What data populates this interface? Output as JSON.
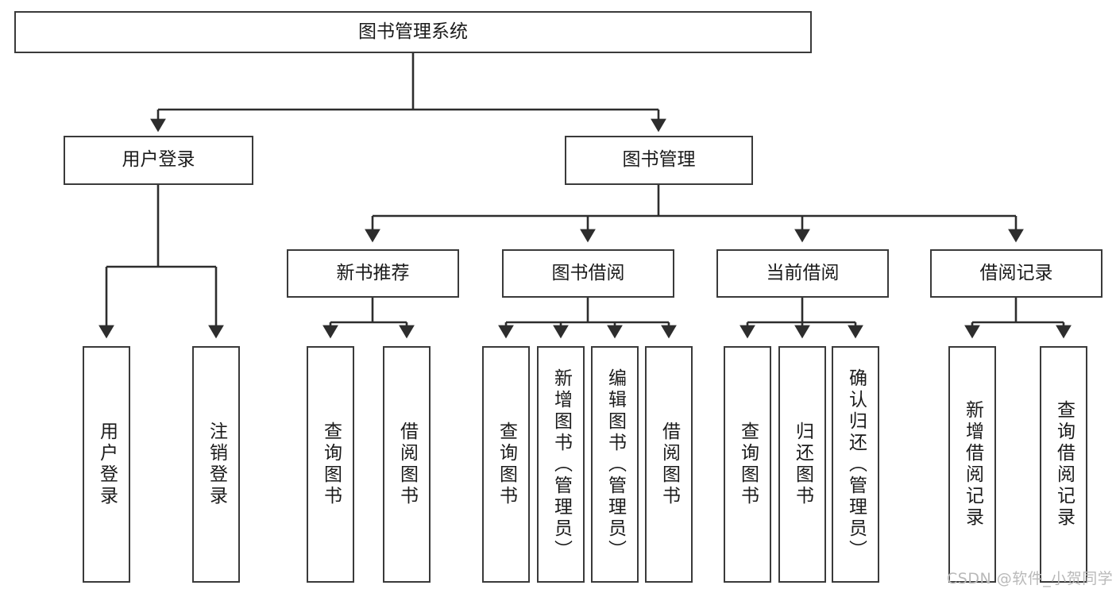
{
  "diagram": {
    "type": "tree-hierarchy-chart",
    "title": "图书管理系统",
    "orientation": "top-down",
    "colors": {
      "box_stroke": "#3a3a3a",
      "box_fill": "#ffffff",
      "connector": "#2d2d2d",
      "text": "#1b1b1b",
      "watermark": "#b9b9b9",
      "background": "#ffffff"
    },
    "levels": {
      "root": {
        "label": "图书管理系统"
      },
      "level2": [
        {
          "label": "用户登录"
        },
        {
          "label": "图书管理"
        }
      ],
      "level3": [
        {
          "label": "新书推荐"
        },
        {
          "label": "图书借阅"
        },
        {
          "label": "当前借阅"
        },
        {
          "label": "借阅记录"
        }
      ],
      "leaves": [
        {
          "label": "用户登录",
          "parent": "用户登录"
        },
        {
          "label": "注销登录",
          "parent": "用户登录"
        },
        {
          "label": "查询图书",
          "parent": "新书推荐"
        },
        {
          "label": "借阅图书",
          "parent": "新书推荐"
        },
        {
          "label": "查询图书",
          "parent": "图书借阅"
        },
        {
          "label": "新增图书（管理员）",
          "parent": "图书借阅"
        },
        {
          "label": "编辑图书（管理员）",
          "parent": "图书借阅"
        },
        {
          "label": "借阅图书",
          "parent": "图书借阅"
        },
        {
          "label": "查询图书",
          "parent": "当前借阅"
        },
        {
          "label": "归还图书",
          "parent": "当前借阅"
        },
        {
          "label": "确认归还（管理员）",
          "parent": "当前借阅"
        },
        {
          "label": "新增借阅记录",
          "parent": "借阅记录"
        },
        {
          "label": "查询借阅记录",
          "parent": "借阅记录"
        }
      ]
    },
    "watermark": "CSDN @软件_小贺同学"
  }
}
